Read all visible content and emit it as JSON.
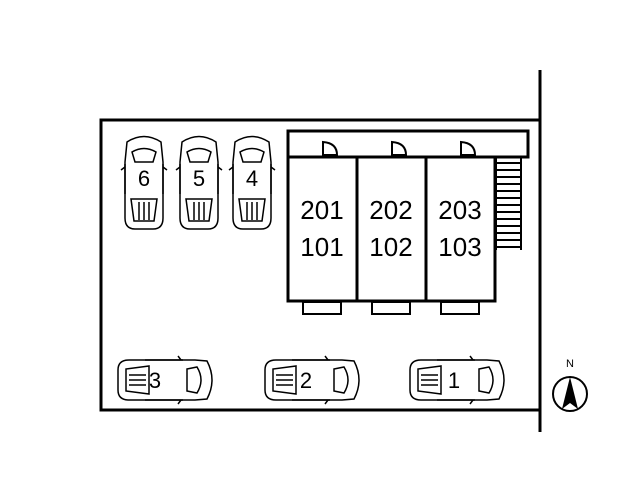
{
  "units": {
    "upper": [
      "201",
      "202",
      "203"
    ],
    "lower": [
      "101",
      "102",
      "103"
    ]
  },
  "parking": {
    "top_row": [
      "6",
      "5",
      "4"
    ],
    "bottom_row": [
      "3",
      "2",
      "1"
    ]
  },
  "compass": {
    "label": "N"
  },
  "icons": {
    "car": "car-icon",
    "door": "door-icon",
    "stairs": "stairs-icon",
    "compass": "compass-icon"
  },
  "colors": {
    "line": "#000000",
    "background": "#ffffff",
    "car_fill": "#ffffff"
  }
}
